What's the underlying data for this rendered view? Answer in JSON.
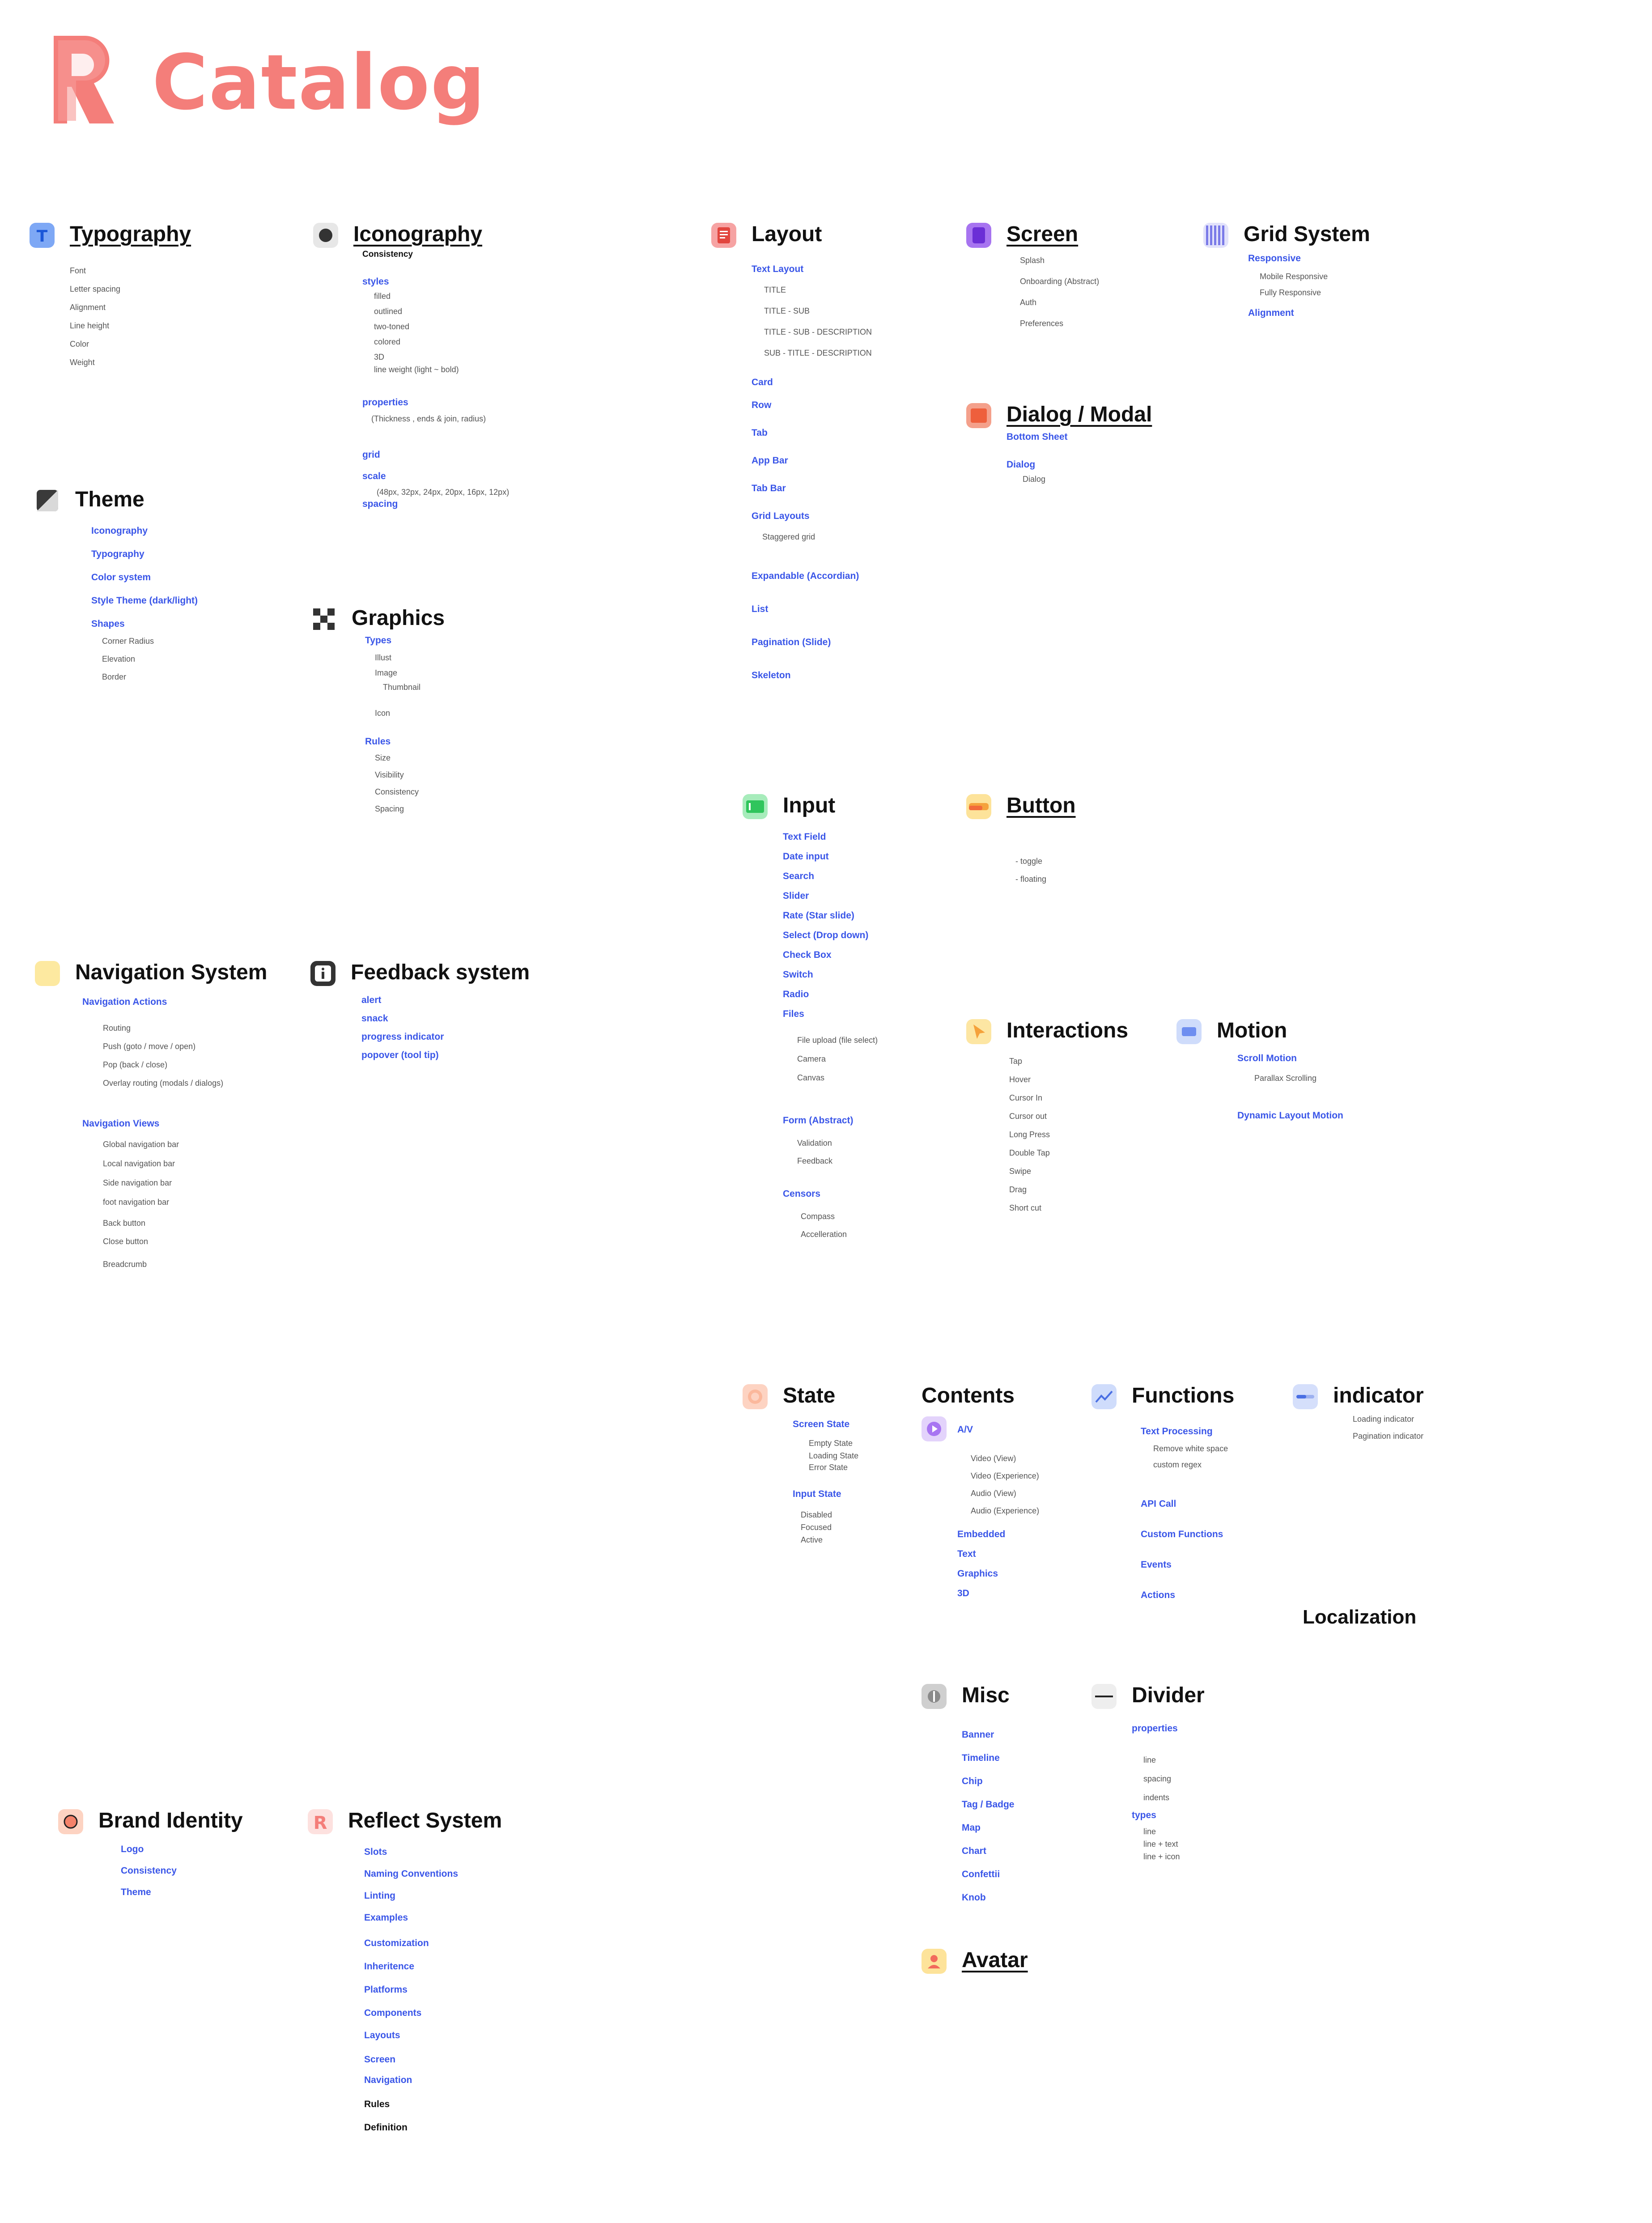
{
  "brand": {
    "title": "Catalog",
    "logo_letter": "R",
    "color": "#f47e7a"
  },
  "sections": {
    "typography": {
      "title": "Typography",
      "items": [
        "Font",
        "Letter spacing",
        "Alignment",
        "Line height",
        "Color",
        "Weight"
      ]
    },
    "iconography": {
      "title": "Iconography",
      "subtitle": "Consistency",
      "styles_label": "styles",
      "styles": [
        "filled",
        "outlined",
        "two-toned",
        "colored",
        "3D",
        "line weight (light ~ bold)"
      ],
      "properties_label": "properties",
      "properties_desc": "(Thickness , ends & join, radius)",
      "grid_label": "grid",
      "scale_label": "scale",
      "scale_desc": "(48px, 32px, 24px, 20px, 16px, 12px)",
      "spacing_label": "spacing"
    },
    "layout": {
      "title": "Layout",
      "text_layout": "Text Layout",
      "text_layout_items": [
        "TITLE",
        "TITLE - SUB",
        "TITLE - SUB - DESCRIPTION",
        "SUB - TITLE - DESCRIPTION"
      ],
      "items_a": [
        "Card",
        "Row",
        "Tab",
        "App Bar",
        "Tab Bar",
        "Grid Layouts"
      ],
      "staggered": "Staggered grid",
      "items_b": [
        "Expandable (Accordian)",
        "List",
        "Pagination (Slide)",
        "Skeleton"
      ]
    },
    "screen": {
      "title": "Screen",
      "items": [
        "Splash",
        "Onboarding (Abstract)",
        "Auth",
        "Preferences"
      ]
    },
    "grid_system": {
      "title": "Grid System",
      "responsive": "Responsive",
      "responsive_items": [
        "Mobile Responsive",
        "Fully Responsive"
      ],
      "alignment": "Alignment"
    },
    "dialog": {
      "title": "Dialog / Modal",
      "bottom_sheet": "Bottom Sheet",
      "dialog_label": "Dialog",
      "dialog_item": "Dialog"
    },
    "theme": {
      "title": "Theme",
      "items": [
        "Iconography",
        "Typography",
        "Color system",
        "Style Theme (dark/light)",
        "Shapes"
      ],
      "shapes_items": [
        "Corner Radius",
        "Elevation",
        "Border"
      ]
    },
    "graphics": {
      "title": "Graphics",
      "types_label": "Types",
      "types": [
        "Illust",
        "Image"
      ],
      "thumbnail": "Thumbnail",
      "icon": "Icon",
      "rules_label": "Rules",
      "rules": [
        "Size",
        "Visibility",
        "Consistency",
        "Spacing"
      ]
    },
    "input": {
      "title": "Input",
      "items": [
        "Text Field",
        "Date input",
        "Search",
        "Slider",
        "Rate (Star slide)",
        "Select (Drop down)",
        "Check Box",
        "Switch",
        "Radio",
        "Files"
      ],
      "files_items": [
        "File upload (file select)",
        "Camera",
        "Canvas"
      ],
      "form": "Form (Abstract)",
      "form_items": [
        "Validation",
        "Feedback"
      ],
      "censors": "Censors",
      "censors_items": [
        "Compass",
        "Accelleration"
      ]
    },
    "button": {
      "title": "Button",
      "items": [
        "- toggle",
        "- floating"
      ]
    },
    "navigation": {
      "title": "Navigation System",
      "actions": "Navigation Actions",
      "actions_items": [
        "Routing",
        "Push (goto / move / open)",
        "Pop (back / close)",
        "Overlay routing (modals /  dialogs)"
      ],
      "views": "Navigation Views",
      "views_items": [
        "Global navigation bar",
        "Local navigation bar",
        "Side navigation bar",
        "foot navigation bar"
      ],
      "buttons": [
        "Back button",
        "Close button"
      ],
      "breadcrumb": "Breadcrumb"
    },
    "feedback": {
      "title": "Feedback system",
      "items": [
        "alert",
        "snack",
        "progress indicator",
        "popover (tool tip)"
      ]
    },
    "interactions": {
      "title": "Interactions",
      "items": [
        "Tap",
        "Hover",
        "Cursor In",
        "Cursor out",
        "Long Press",
        "Double Tap",
        "Swipe",
        "Drag",
        "Short cut"
      ]
    },
    "motion": {
      "title": "Motion",
      "scroll": "Scroll Motion",
      "parallax": "Parallax Scrolling",
      "dynamic": "Dynamic Layout Motion"
    },
    "state": {
      "title": "State",
      "screen_state": "Screen State",
      "screen_items": [
        "Empty State",
        "Loading State",
        "Error State"
      ],
      "input_state": "Input State",
      "input_items": [
        "Disabled",
        "Focused",
        "Active"
      ]
    },
    "contents": {
      "title": "Contents",
      "av": "A/V",
      "av_items": [
        "Video (View)",
        "Video (Experience)",
        "Audio (View)",
        "Audio (Experience)"
      ],
      "items": [
        "Embedded",
        "Text",
        "Graphics",
        "3D"
      ]
    },
    "functions": {
      "title": "Functions",
      "text_processing": "Text Processing",
      "tp_items": [
        "Remove white space",
        "custom regex"
      ],
      "items": [
        "API Call",
        "Custom Functions",
        "Events",
        "Actions"
      ]
    },
    "indicator": {
      "title": "indicator",
      "items": [
        "Loading indicator",
        "Pagination indicator"
      ]
    },
    "localization": {
      "title": "Localization"
    },
    "misc": {
      "title": "Misc",
      "items": [
        "Banner",
        "Timeline",
        "Chip",
        "Tag / Badge",
        "Map",
        "Chart",
        "Confettii",
        "Knob"
      ]
    },
    "divider": {
      "title": "Divider",
      "properties": "properties",
      "prop_items": [
        "line",
        "spacing",
        "indents"
      ],
      "types": "types",
      "type_items": [
        "line",
        "line + text",
        "line + icon"
      ]
    },
    "avatar": {
      "title": "Avatar"
    },
    "brand_identity": {
      "title": "Brand Identity",
      "items": [
        "Logo",
        "Consistency",
        "Theme"
      ]
    },
    "reflect": {
      "title": "Reflect System",
      "items": [
        "Slots",
        "Naming Conventions",
        "Linting",
        "Examples",
        "Customization",
        "Inheritence",
        "Platforms",
        "Components",
        "Layouts",
        "Screen",
        "Navigation"
      ],
      "dark_items": [
        "Rules",
        "Definition"
      ]
    }
  }
}
